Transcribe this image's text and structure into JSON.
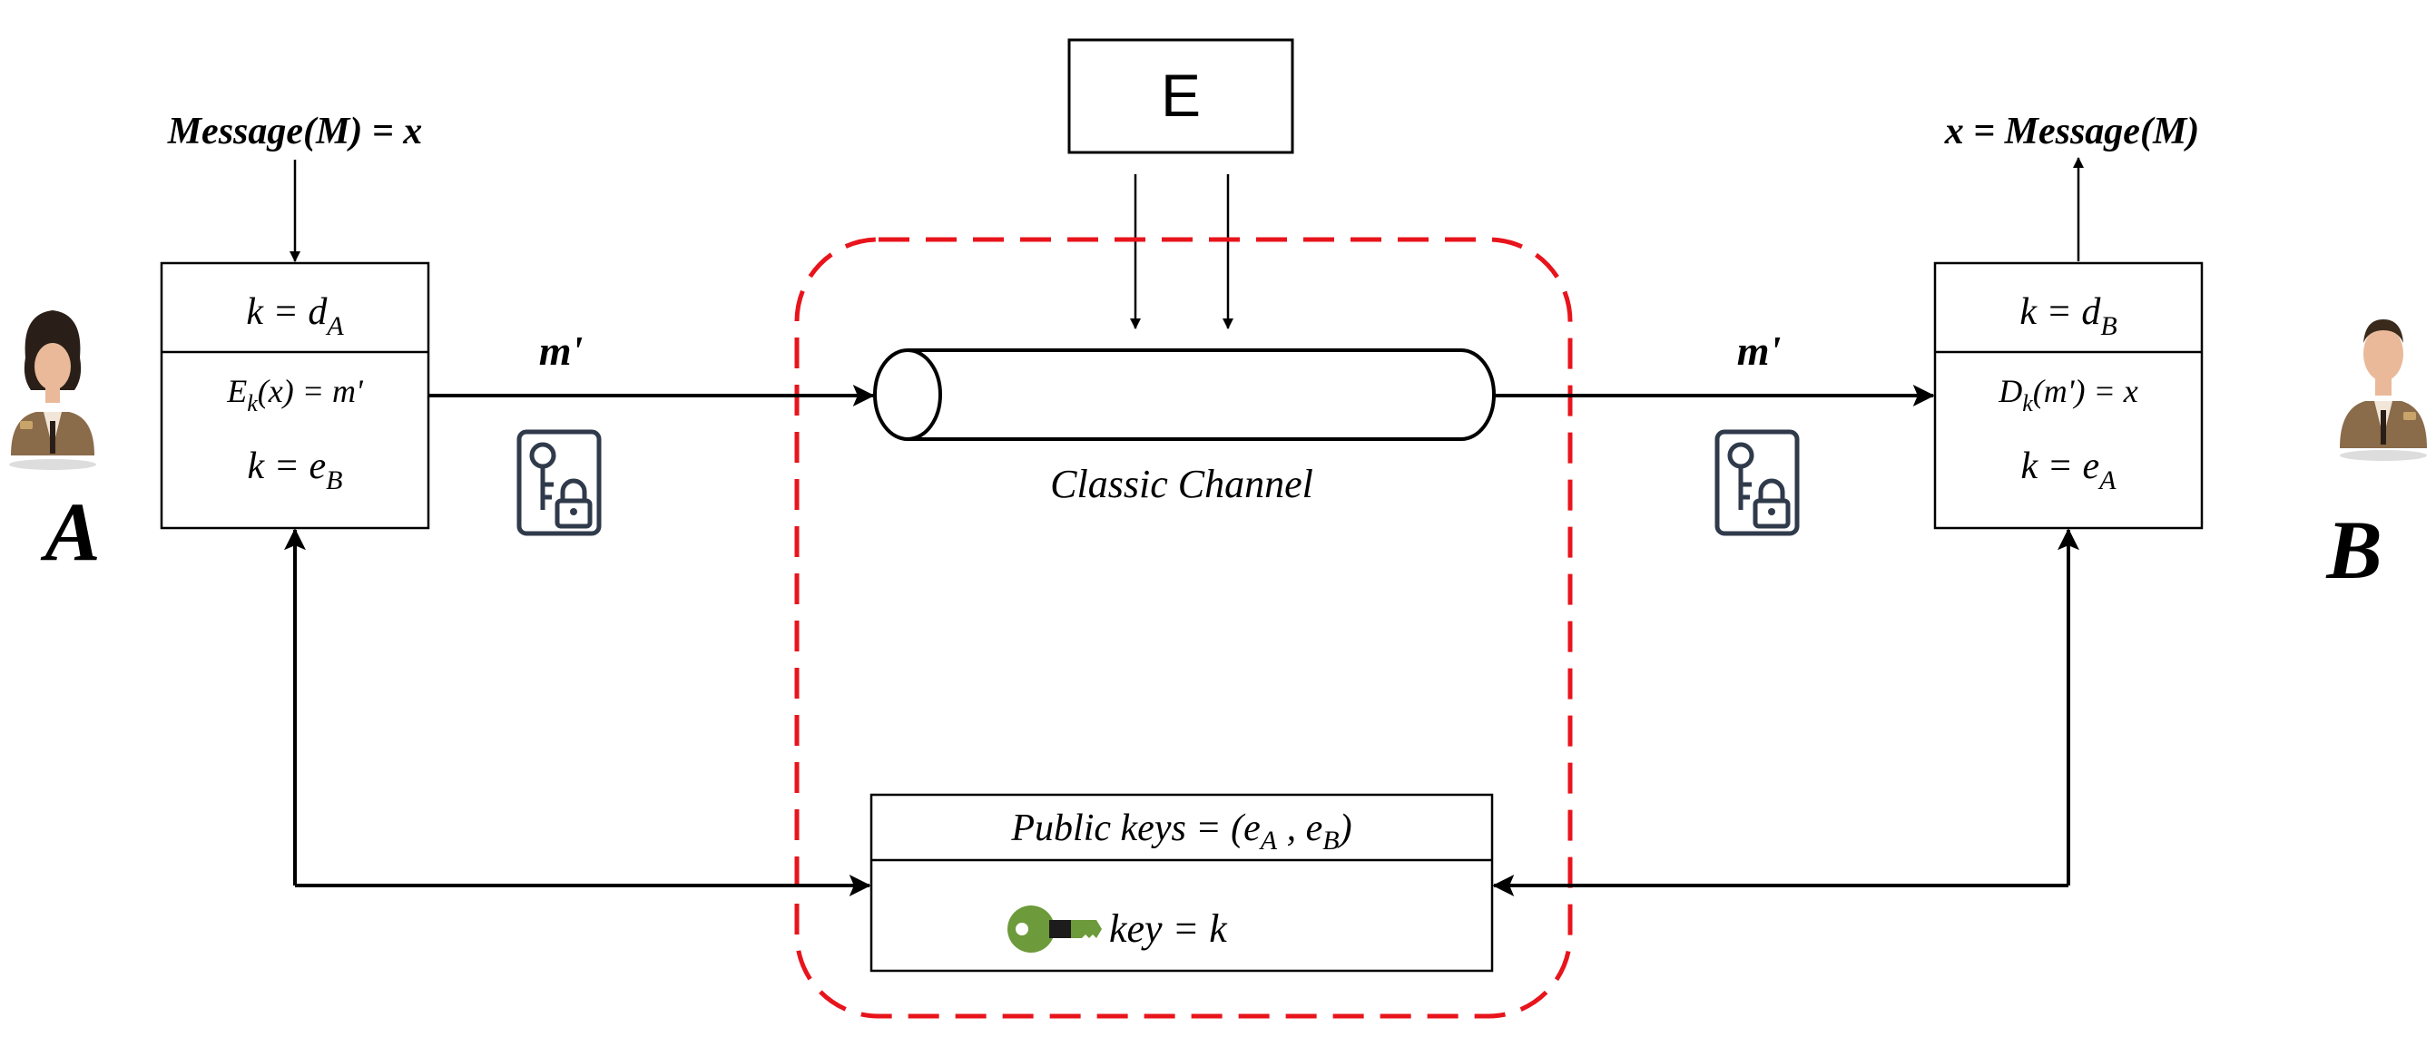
{
  "colors": {
    "line": "#000000",
    "eavesdrop_boundary": "#e8141c",
    "lock_icon": "#2f3a4b",
    "key_green": "#6d9a3a",
    "skin": "#e9b999",
    "hair_dark": "#2a1f18",
    "uniform": "#8a6b4a"
  },
  "eavesdropper": {
    "label": "E"
  },
  "sender": {
    "label": "A",
    "message": "Message(M) = x",
    "box": {
      "top": {
        "base": "k = d",
        "sub": "A"
      },
      "encrypt": {
        "e": "E",
        "sub": "k",
        "rest": "(x) = m'"
      },
      "bottom": {
        "base": "k = e",
        "sub": "B"
      }
    },
    "icon": "woman-officer-avatar"
  },
  "receiver": {
    "label": "B",
    "message": "x = Message(M)",
    "box": {
      "top": {
        "base": "k = d",
        "sub": "B"
      },
      "decrypt": {
        "d": "D",
        "sub": "k",
        "rest": "(m') = x"
      },
      "bottom": {
        "base": "k = e",
        "sub": "A"
      }
    },
    "icon": "man-officer-avatar"
  },
  "channel": {
    "label": "Classic Channel",
    "left_message": "m'",
    "right_message": "m'",
    "lock_icon": "key-lock-icon"
  },
  "keys": {
    "title": {
      "pre": "Public keys = (e",
      "sub1": "A",
      "mid": " , e",
      "sub2": "B",
      "post": ")"
    },
    "key_text": "key = k",
    "icon": "green-key-icon"
  }
}
